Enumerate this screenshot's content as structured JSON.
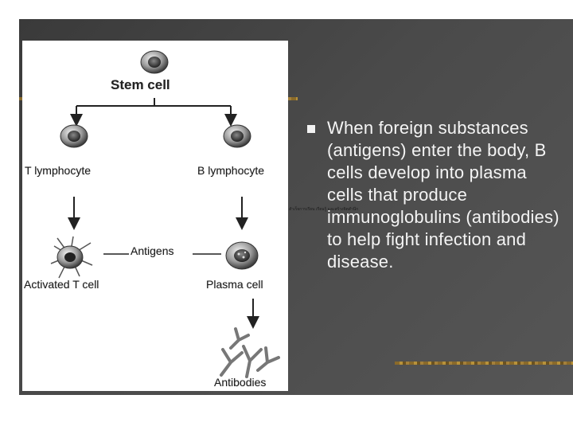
{
  "diagram": {
    "stem_cell": "Stem cell",
    "t_lymphocyte": "T lymphocyte",
    "b_lymphocyte": "B lymphocyte",
    "antigens": "Antigens",
    "activated_t_cell": "Activated T cell",
    "plasma_cell": "Plasma cell",
    "antibodies": "Antibodies"
  },
  "tiny_caption": "สำเร็จการเรียน เรียนรู้ และสร้างจิตสำนึก",
  "bullet": {
    "text": "When foreign substances (antigens) enter the body, B cells develop into plasma cells that produce immunoglobulins (antibodies) to help fight infection and disease."
  },
  "colors": {
    "slide_background": "#444444",
    "decor_stripe": "#a4803a",
    "bullet_text": "#f4f4f4"
  }
}
